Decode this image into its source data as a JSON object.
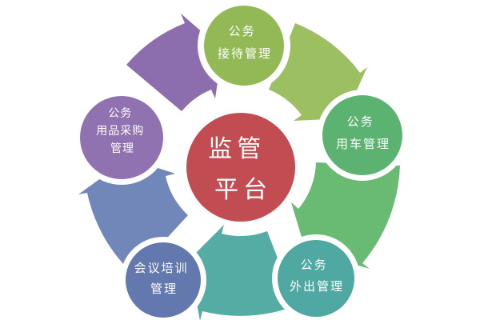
{
  "diagram": {
    "type": "cycle",
    "background_color": "#FFFFFF",
    "center_node": {
      "id": "platform",
      "label": "监管平台",
      "lines": [
        "监管",
        "平台"
      ],
      "color": "#C14D52",
      "text_color": "#FFFFFF"
    },
    "nodes": [
      {
        "id": "reception",
        "label": "公务接待管理",
        "lines": [
          "公务",
          "接待管理"
        ],
        "color": "#93B957",
        "arrow_color": "#9CBF62"
      },
      {
        "id": "vehicle",
        "label": "公务用车管理",
        "lines": [
          "公务",
          "用车管理"
        ],
        "color": "#5CB271",
        "arrow_color": "#69BB74"
      },
      {
        "id": "outing",
        "label": "公务外出管理",
        "lines": [
          "公务",
          "外出管理"
        ],
        "color": "#4FA8A1",
        "arrow_color": "#55ACA4"
      },
      {
        "id": "meeting-training",
        "label": "会议培训管理",
        "lines": [
          "会议培训",
          "管理"
        ],
        "color": "#6378AE",
        "arrow_color": "#7187BA"
      },
      {
        "id": "procurement",
        "label": "公务用品采购管理",
        "lines": [
          "公务",
          "用品采购",
          "管理"
        ],
        "color": "#9172B0",
        "arrow_color": "#8C6DAE"
      }
    ]
  }
}
